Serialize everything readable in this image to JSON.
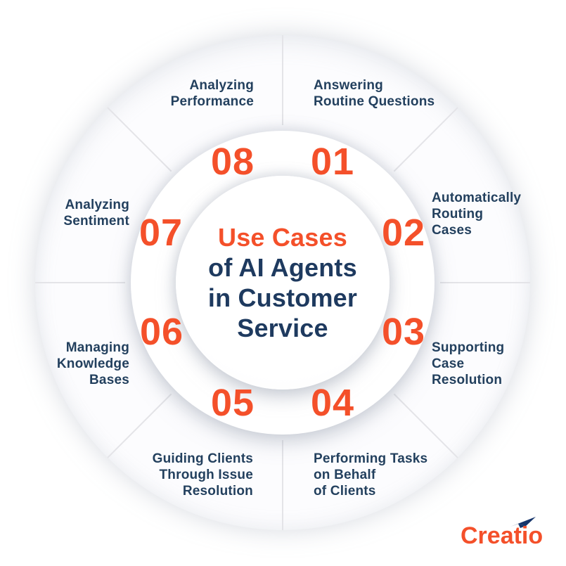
{
  "title": {
    "highlight": "Use Cases",
    "line2": "of AI Agents",
    "line3": "in Customer",
    "line4": "Service"
  },
  "segments": [
    {
      "number": "01",
      "label": [
        "Answering",
        "Routine Questions"
      ]
    },
    {
      "number": "02",
      "label": [
        "Automatically",
        "Routing",
        "Cases"
      ]
    },
    {
      "number": "03",
      "label": [
        "Supporting",
        "Case",
        "Resolution"
      ]
    },
    {
      "number": "04",
      "label": [
        "Performing Tasks",
        "on Behalf",
        "of Clients"
      ]
    },
    {
      "number": "05",
      "label": [
        "Guiding Clients",
        "Through Issue",
        "Resolution"
      ]
    },
    {
      "number": "06",
      "label": [
        "Managing",
        "Knowledge",
        "Bases"
      ]
    },
    {
      "number": "07",
      "label": [
        "Analyzing",
        "Sentiment"
      ]
    },
    {
      "number": "08",
      "label": [
        "Analyzing",
        "Performance"
      ]
    }
  ],
  "brand": {
    "logo_text": "Creatio",
    "logo_icon": "paper-plane-icon"
  },
  "colors": {
    "accent_orange": "#F4502A",
    "navy_dark": "#1E3A5F",
    "navy_label": "#23405E",
    "divider": "#E4E4E8"
  }
}
